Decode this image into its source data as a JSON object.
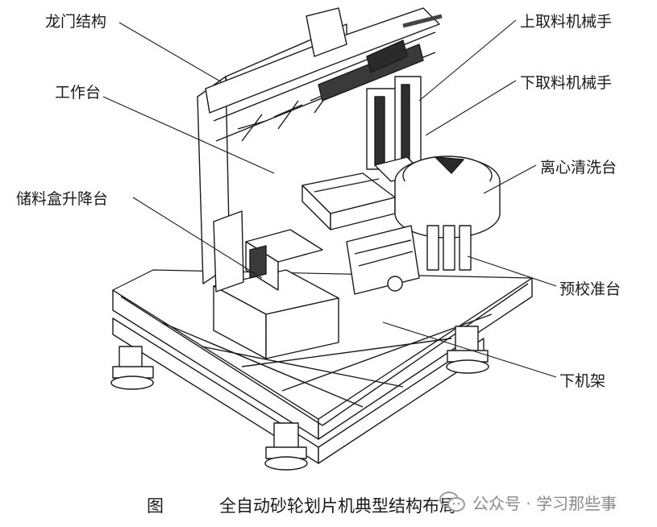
{
  "labels": {
    "gantry": "龙门结构",
    "worktable": "工作台",
    "magazine_lift": "储料盒升降台",
    "upper_manipulator": "上取料机械手",
    "lower_manipulator": "下取料机械手",
    "centrifugal_cleaning": "离心清洗台",
    "pre_alignment": "预校准台",
    "lower_frame": "下机架"
  },
  "caption": {
    "prefix": "图",
    "title": "全自动砂轮划片机典型结构布局"
  },
  "watermark": {
    "text": "公众号 · 学习那些事",
    "icon": "wechat-icon"
  }
}
